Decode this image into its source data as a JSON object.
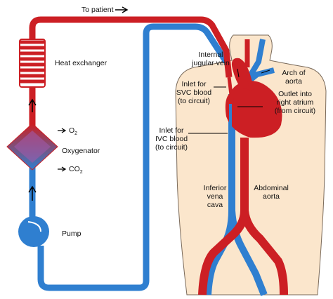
{
  "labels": {
    "to_patient": "To patient",
    "heat_exchanger": "Heat exchanger",
    "o2": "O",
    "o2_sub": "2",
    "oxygenator": "Oxygenator",
    "co2": "CO",
    "co2_sub": "2",
    "pump": "Pump",
    "internal_jugular": [
      "Internal",
      "jugular vein"
    ],
    "arch_aorta": [
      "Arch of",
      "aorta"
    ],
    "inlet_svc": [
      "Inlet for",
      "SVC blood",
      "(to circuit)"
    ],
    "outlet_right_atrium": [
      "Outlet into",
      "right atrium",
      "(from circuit)"
    ],
    "inlet_ivc": [
      "Inlet for",
      "IVC blood",
      "(to circuit)"
    ],
    "inferior_vena_cava": [
      "Inferior",
      "vena",
      "cava"
    ],
    "abdominal_aorta": [
      "Abdominal",
      "aorta"
    ]
  },
  "icons": {
    "arrow_right": "→",
    "arrow_up": "↑"
  },
  "colors": {
    "red": "#cc1f24",
    "blue": "#2f7fd0",
    "skin": "#fbe6cc",
    "skin_outline": "#7a6a5a"
  }
}
